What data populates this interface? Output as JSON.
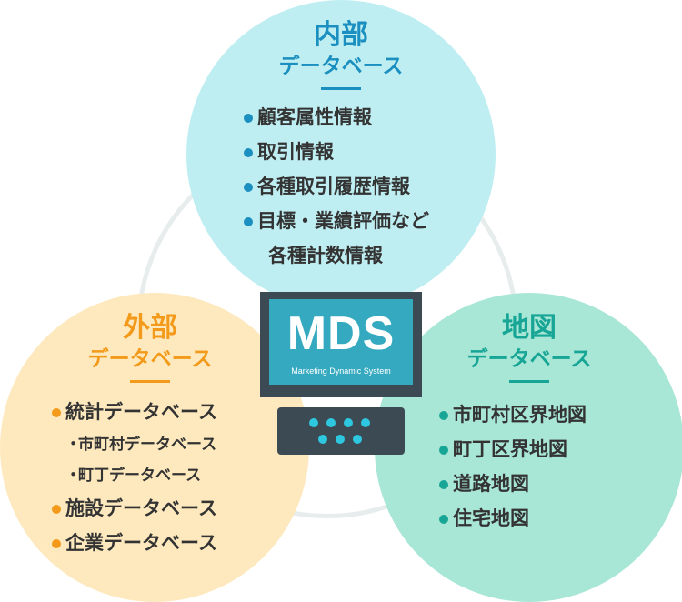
{
  "colors": {
    "internal_circle": "#bfeef2",
    "external_circle": "#fde9bd",
    "map_circle": "#a8e6d6",
    "internal_accent": "#1b8fbf",
    "external_accent": "#f39a1b",
    "map_accent": "#17a596",
    "ring": "#e7eded",
    "device": "#3c4a53",
    "screen": "#35a9bf"
  },
  "center": {
    "logo": "MDS",
    "tagline": "Marketing Dynamic System"
  },
  "internal": {
    "title": "内部",
    "subtitle": "データベース",
    "items": [
      "顧客属性情報",
      "取引情報",
      "各種取引履歴情報",
      "目標・業績評価など"
    ],
    "items_continued": "各種計数情報"
  },
  "external": {
    "title": "外部",
    "subtitle": "データベース",
    "item_1": "統計データベース",
    "subitems": [
      "市町村データベース",
      "町丁データベース"
    ],
    "items": [
      "施設データベース",
      "企業データベース"
    ]
  },
  "map": {
    "title": "地図",
    "subtitle": "データベース",
    "items": [
      "市町村区界地図",
      "町丁区界地図",
      "道路地図",
      "住宅地図"
    ]
  }
}
